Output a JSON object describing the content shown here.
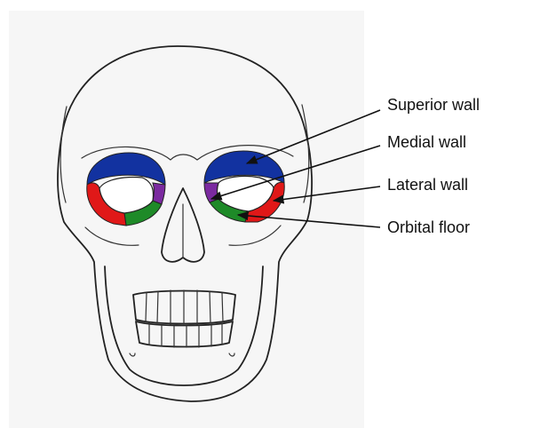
{
  "labels": {
    "superior": "Superior wall",
    "medial": "Medial wall",
    "lateral": "Lateral wall",
    "floor": "Orbital floor"
  },
  "colors": {
    "superior_wall": "#1232a0",
    "medial_wall": "#7b2aa0",
    "lateral_wall": "#e01818",
    "orbital_floor": "#1e8a28",
    "background": "#f6f6f6",
    "bone": "#ffffff",
    "outline": "#222222"
  }
}
